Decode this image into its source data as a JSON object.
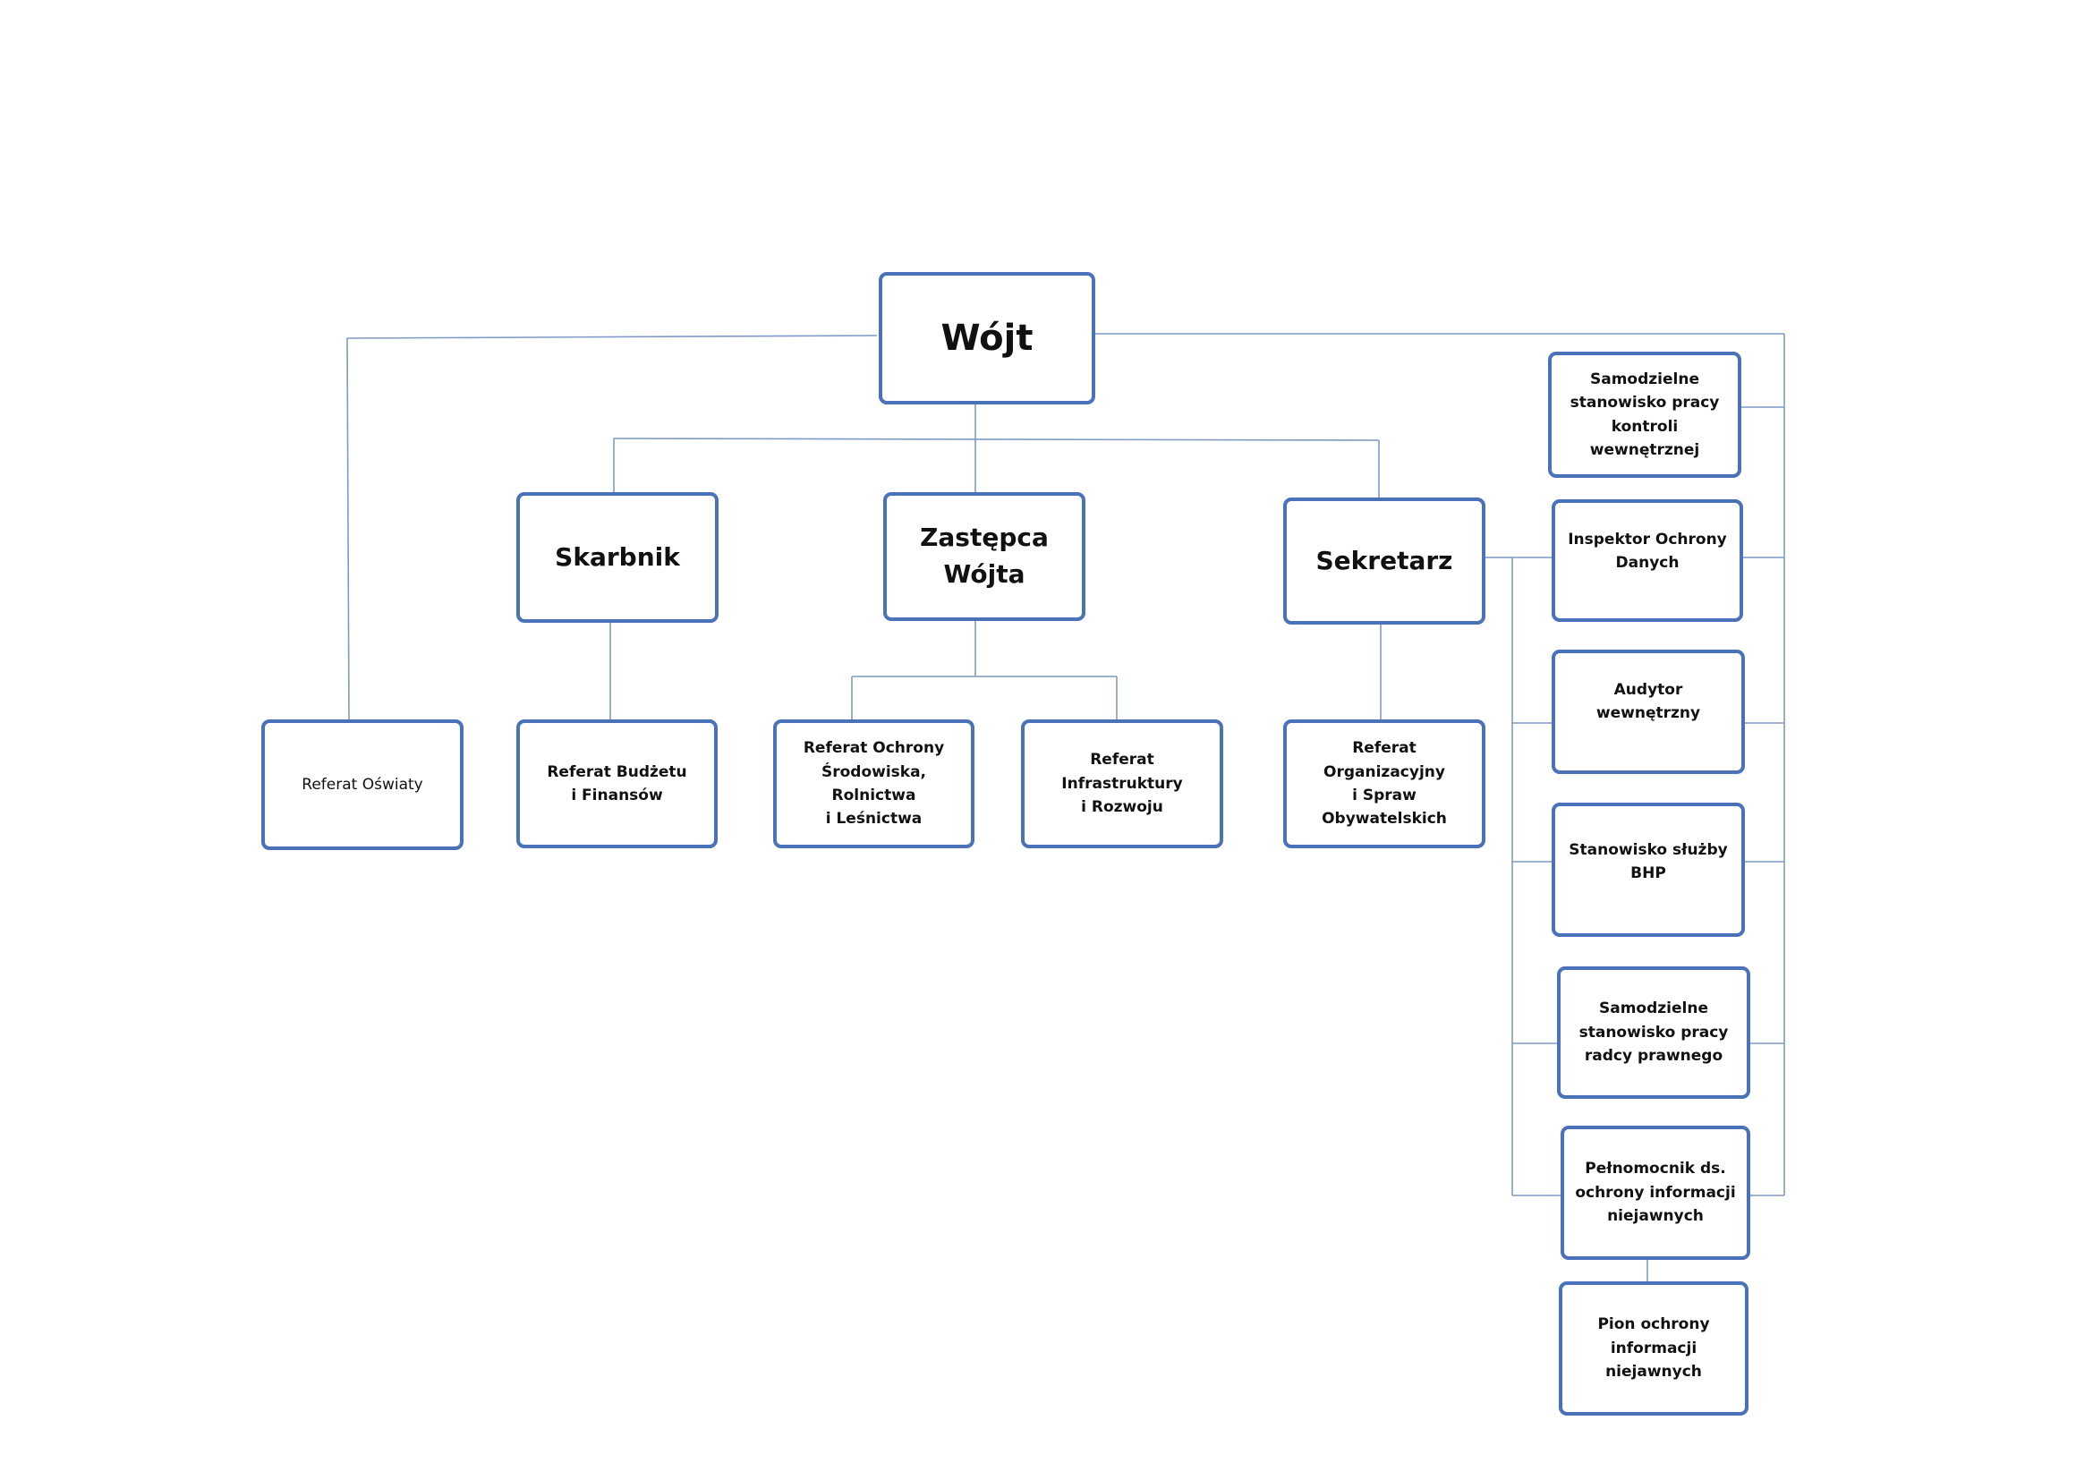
{
  "nodes": {
    "wojt": "Wójt",
    "skarbnik": "Skarbnik",
    "zastepca": "Zastępca\nWójta",
    "sekretarz": "Sekretarz",
    "referat_oswiaty": "Referat Oświaty",
    "referat_budzetu": "Referat Budżetu\ni Finansów",
    "referat_ochrony": "Referat Ochrony\nŚrodowiska,\nRolnictwa\ni Leśnictwa",
    "referat_infrastruktury": "Referat\nInfrastruktury\ni Rozwoju",
    "referat_organizacyjny": "Referat\nOrganizacyjny\ni Spraw\nObywatelskich",
    "kontrola": "Samodzielne\nstanowisko pracy\nkontroli\nwewnętrznej",
    "iod": "Inspektor Ochrony\nDanych",
    "audytor": "Audytor\nwewnętrzny",
    "bhp": "Stanowisko służby\nBHP",
    "radca": "Samodzielne\nstanowisko pracy\nradcy prawnego",
    "pelnomocnik": "Pełnomocnik ds.\nochrony informacji\nniejawnych",
    "pion": "Pion ochrony\ninformacji\nniejawnych"
  }
}
